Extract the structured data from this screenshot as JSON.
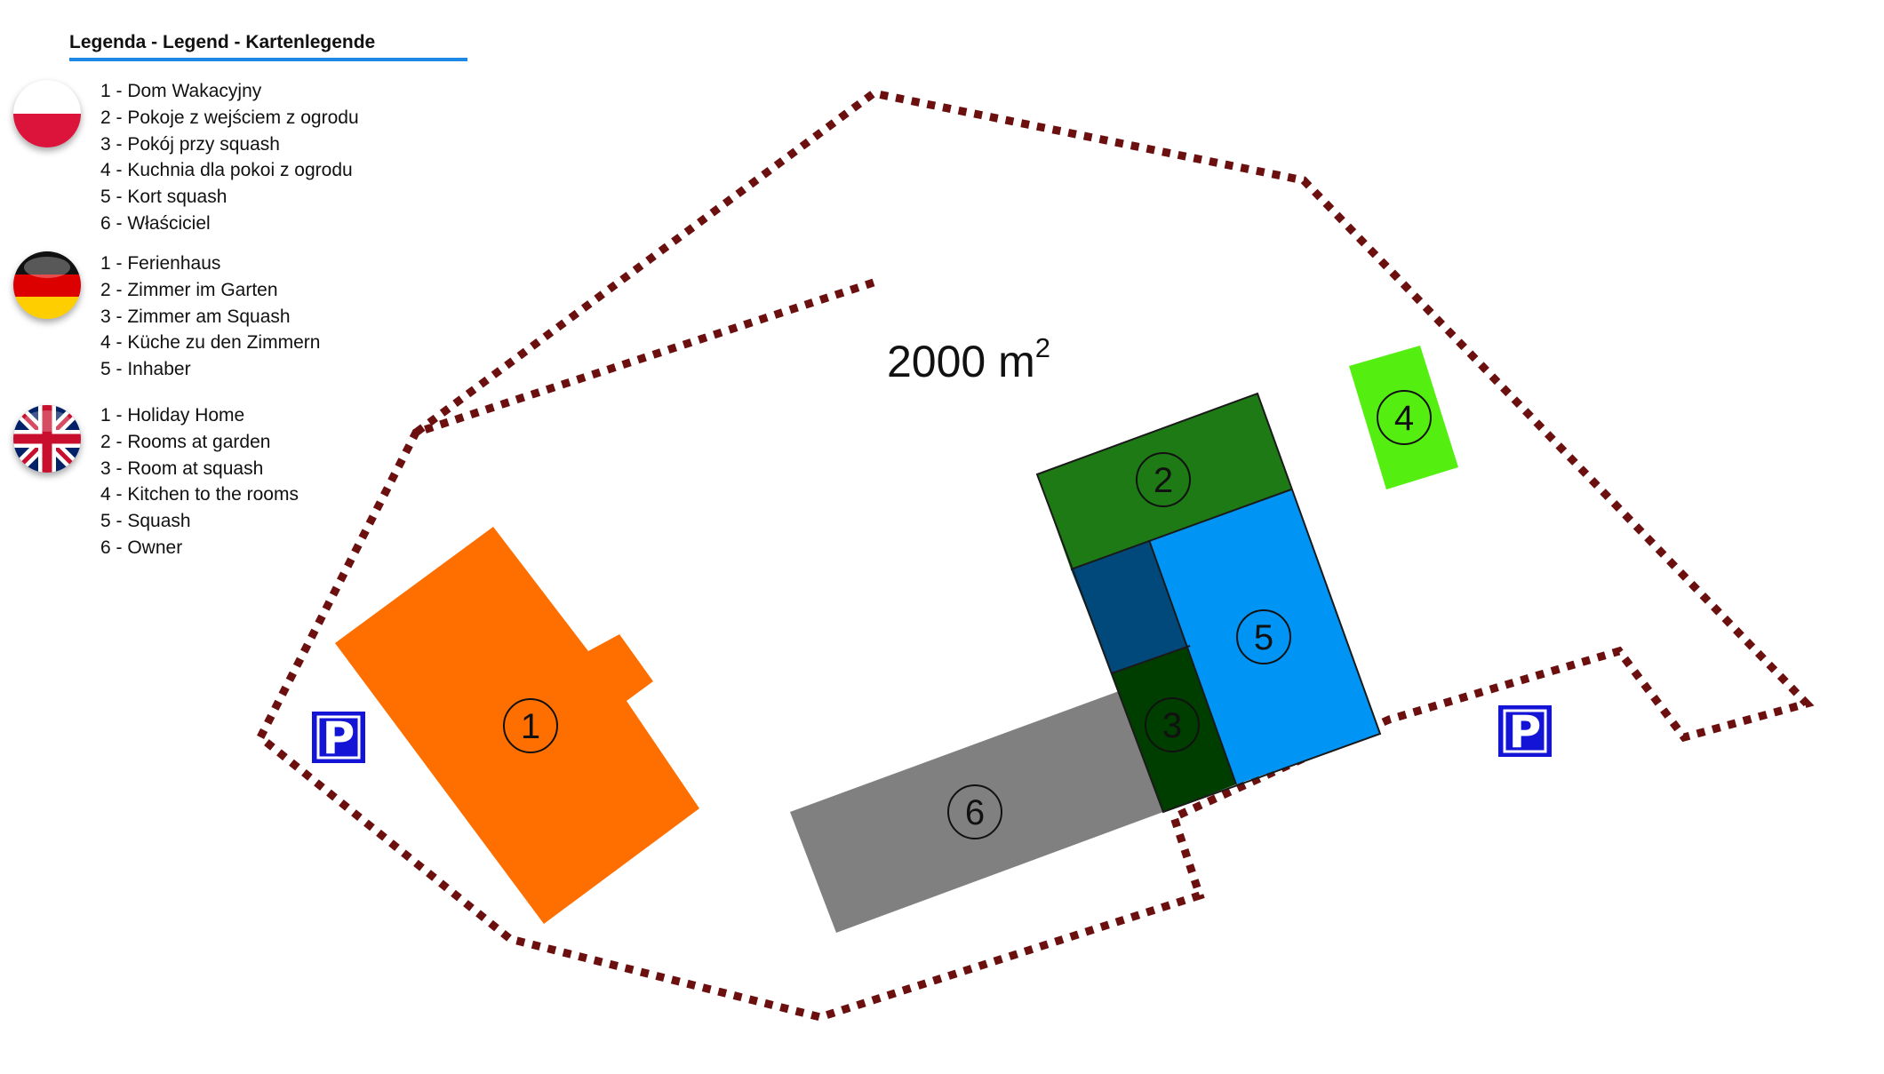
{
  "legend": {
    "title": "Legenda - Legend - Kartenlegende",
    "accent_color": "#1e88e5",
    "groups": [
      {
        "flag": "poland-flag-icon",
        "items": [
          "1 - Dom Wakacyjny",
          "2 - Pokoje z wejściem z ogrodu",
          "3 - Pokój przy squash",
          "4 - Kuchnia dla pokoi z ogrodu",
          "5 - Kort squash",
          "6 - Właściciel"
        ]
      },
      {
        "flag": "germany-flag-icon",
        "items": [
          "1 - Ferienhaus",
          "2 - Zimmer im Garten",
          "3 - Zimmer am Squash",
          "4 - Küche zu den Zimmern",
          "5 - Inhaber"
        ]
      },
      {
        "flag": "uk-flag-icon",
        "items": [
          "1 - Holiday Home",
          "2 - Rooms at garden",
          "3 - Room at squash",
          "4 - Kitchen to the rooms",
          "5 - Squash",
          "6 - Owner"
        ]
      }
    ]
  },
  "map": {
    "area": {
      "value": "2000 m",
      "superscript": "2"
    },
    "boundary_color": "#6b0f0f",
    "buildings": [
      {
        "id": "1",
        "label": "1",
        "color": "#ff6f00"
      },
      {
        "id": "2",
        "label": "2",
        "color": "#1e7a14"
      },
      {
        "id": "3",
        "label": "3",
        "color": "#003e00"
      },
      {
        "id": "3b",
        "label": "",
        "color": "#00497a"
      },
      {
        "id": "4",
        "label": "4",
        "color": "#55ee11"
      },
      {
        "id": "5",
        "label": "5",
        "color": "#0094f5"
      },
      {
        "id": "6",
        "label": "6",
        "color": "#808080"
      }
    ],
    "parking": [
      {
        "label": "P",
        "color": "#1414d6"
      },
      {
        "label": "P",
        "color": "#1414d6"
      }
    ]
  }
}
